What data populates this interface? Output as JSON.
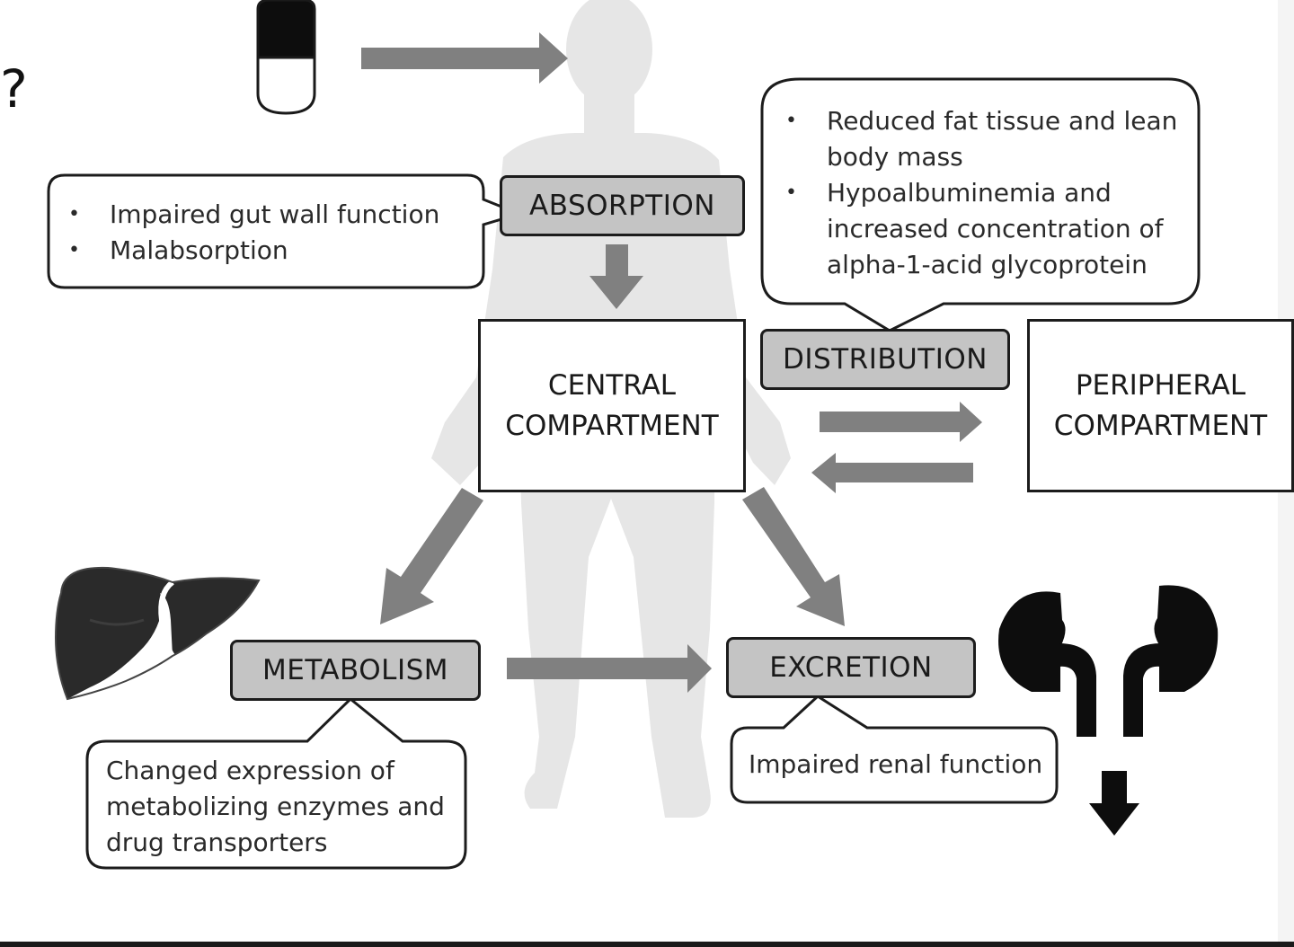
{
  "question_mark": "?",
  "absorption": {
    "label": "ABSORPTION",
    "notes": [
      "Impaired gut wall function",
      "Malabsorption"
    ]
  },
  "distribution": {
    "label": "DISTRIBUTION",
    "notes": [
      "Reduced fat tissue and lean body mass",
      "Hypoalbuminemia and increased concentration of alpha-1-acid glycoprotein"
    ]
  },
  "central_compartment": {
    "line1": "CENTRAL",
    "line2": "COMPARTMENT"
  },
  "peripheral_compartment": {
    "line1": "PERIPHERAL",
    "line2": "COMPARTMENT"
  },
  "metabolism": {
    "label": "METABOLISM",
    "note": "Changed expression of metabolizing enzymes and drug transporters"
  },
  "excretion": {
    "label": "EXCRETION",
    "note": "Impaired renal function"
  },
  "colors": {
    "process_fill": "#c4c4c4",
    "arrow_gray": "#808080",
    "body_silhouette": "#e6e6e6",
    "outline": "#1c1c1c",
    "organ_dark": "#2a2a2a"
  },
  "icons": [
    "capsule-icon",
    "liver-icon",
    "kidneys-icon",
    "human-body-silhouette"
  ]
}
